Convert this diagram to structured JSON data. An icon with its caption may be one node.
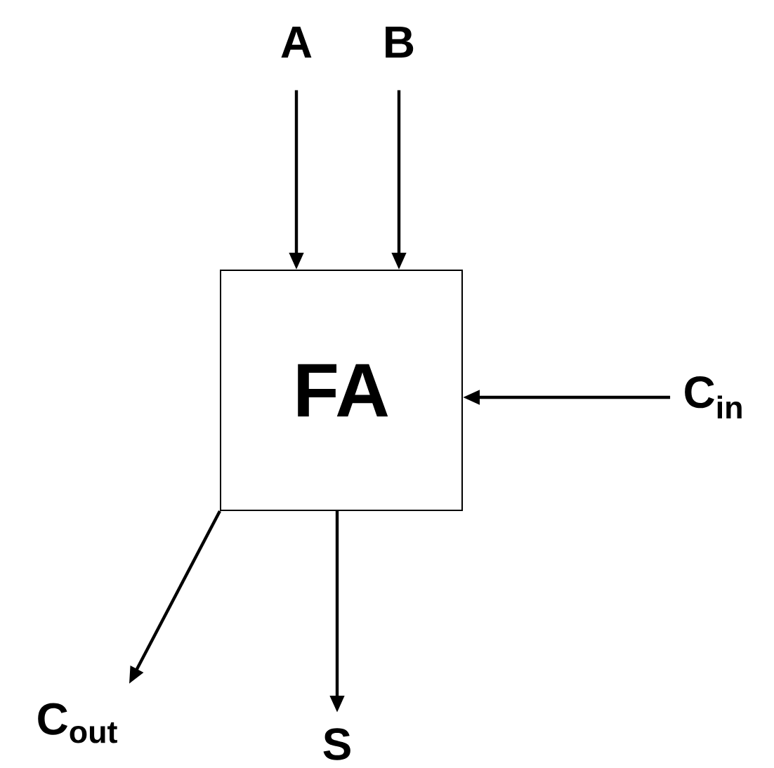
{
  "diagram": {
    "nodes": [
      {
        "text": [
          "FA"
        ]
      },
      {
        "text": [
          "A"
        ]
      },
      {
        "text": [
          "B"
        ]
      },
      {
        "text": [
          "C$_{in}$"
        ]
      },
      {
        "text": [
          "C$_{out}$"
        ]
      },
      {
        "text": [
          "S"
        ]
      }
    ],
    "edges": [
      {
        "from": 1,
        "to": 0,
        "arrow": "to"
      },
      {
        "from": 2,
        "to": 0,
        "arrow": "to"
      },
      {
        "from": 3,
        "to": 0,
        "arrow": "to"
      },
      {
        "from": 0,
        "to": 4,
        "arrow": "to"
      },
      {
        "from": 0,
        "to": 5,
        "arrow": "to"
      }
    ]
  }
}
